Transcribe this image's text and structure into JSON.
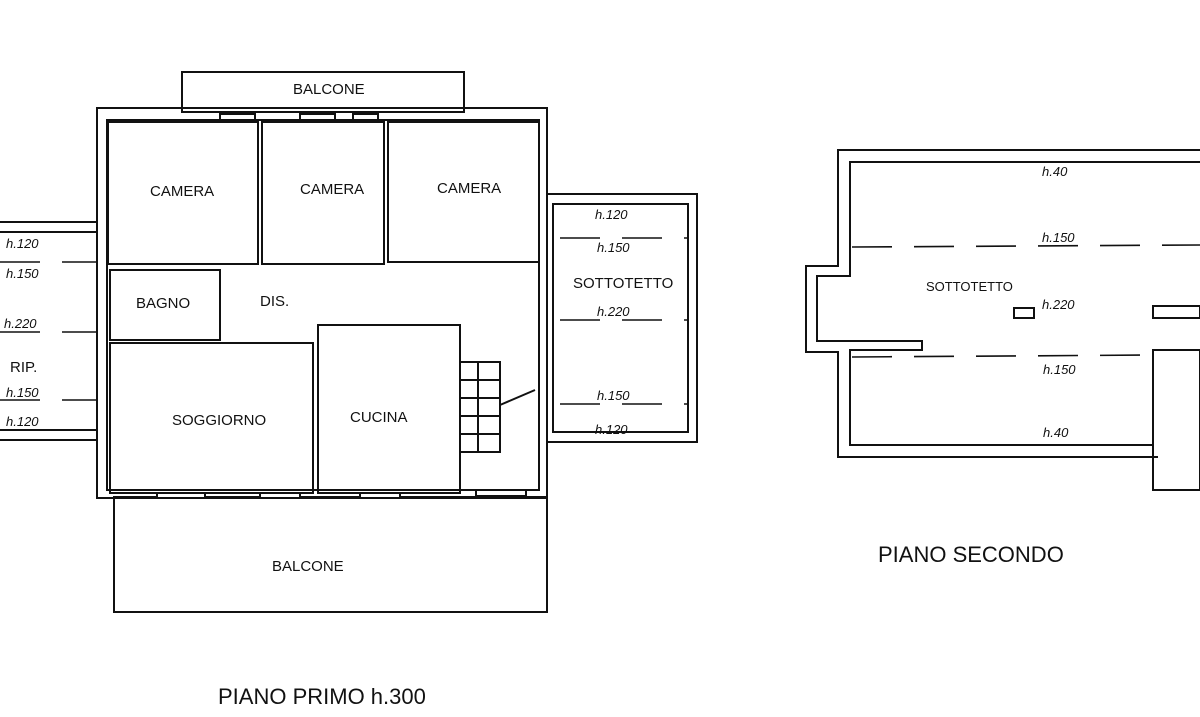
{
  "piano_primo": {
    "title": "PIANO PRIMO h.300",
    "rooms": {
      "balcone_top": "BALCONE",
      "camera1": "CAMERA",
      "camera2": "CAMERA",
      "camera3": "CAMERA",
      "bagno": "BAGNO",
      "dis": "DIS.",
      "soggiorno": "SOGGIORNO",
      "cucina": "CUCINA",
      "balcone_bottom": "BALCONE",
      "sottotetto": "SOTTOTETTO",
      "rip": "RIP."
    },
    "heights_left": [
      "h.120",
      "h.150",
      "h.220",
      "h.150",
      "h.120"
    ],
    "heights_sottotetto": [
      "h.120",
      "h.150",
      "h.220",
      "h.150",
      "h.120"
    ]
  },
  "piano_secondo": {
    "title": "PIANO SECONDO",
    "room": "SOTTOTETTO",
    "heights": [
      "h.40",
      "h.150",
      "h.220",
      "h.150",
      "h.40"
    ]
  }
}
